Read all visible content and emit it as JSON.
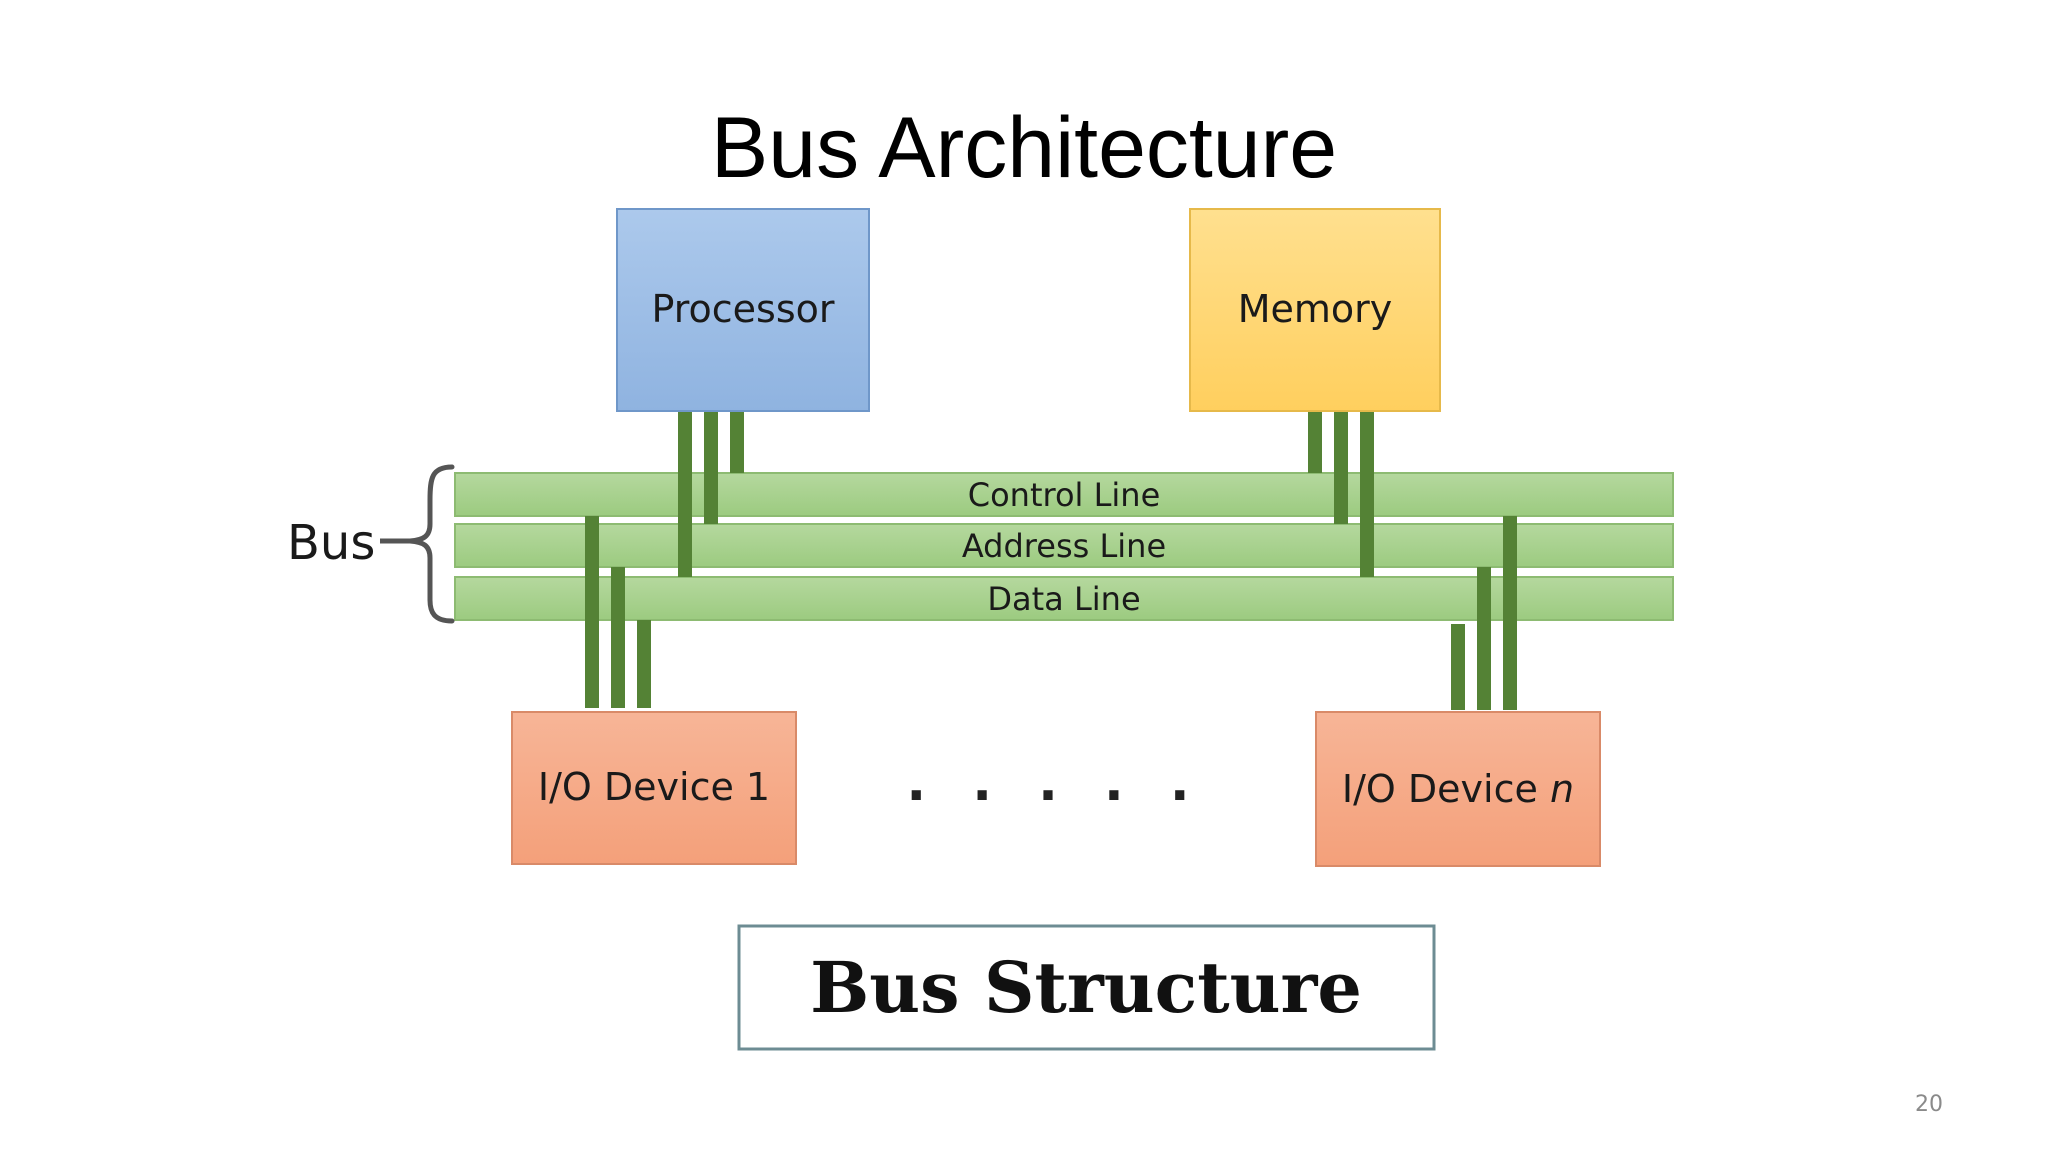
{
  "slide": {
    "title": "Bus Architecture",
    "page_number": "20"
  },
  "diagram": {
    "components": {
      "processor": "Processor",
      "memory": "Memory",
      "io_device_1": "I/O Device 1",
      "io_device_n_prefix": "I/O Device ",
      "io_device_n_suffix": "n"
    },
    "bus": {
      "label": "Bus",
      "lines": {
        "control": "Control Line",
        "address": "Address Line",
        "data": "Data Line"
      }
    },
    "ellipsis": ". . . . .",
    "caption": "Bus Structure"
  },
  "colors": {
    "processor_fill": "#9dbfe6",
    "memory_fill": "#ffd97a",
    "io_fill": "#f6ab88",
    "bus_line_fill": "#a9d18e",
    "connector": "#548235"
  }
}
